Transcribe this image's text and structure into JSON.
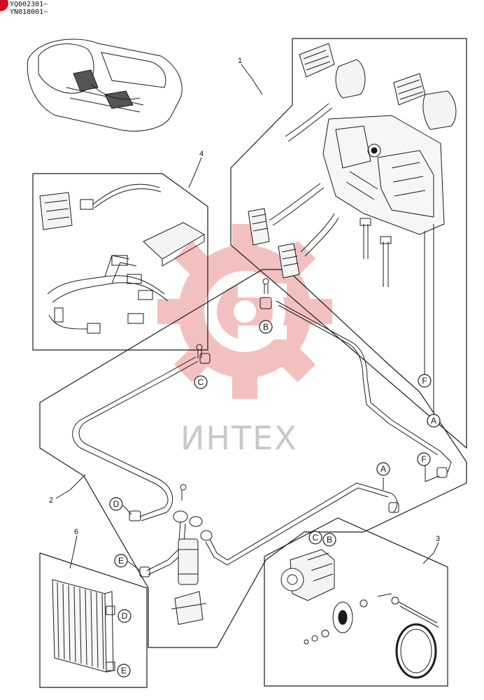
{
  "header": {
    "serial_1": "YQ002301~",
    "serial_2": "YN018001~"
  },
  "group_numbers": {
    "g1": "1",
    "g2": "2",
    "g3": "3",
    "g4": "4",
    "g6": "6"
  },
  "connectors": {
    "a": "A",
    "b": "B",
    "c": "C",
    "d": "D",
    "e": "E",
    "f": "F"
  },
  "watermark": {
    "text": "ИНТЕХ"
  },
  "colors": {
    "line": "#1a1a1a",
    "watermark_red": "#f2b6b6",
    "watermark_gray": "#c9c9c9",
    "badge": "#d01020"
  }
}
